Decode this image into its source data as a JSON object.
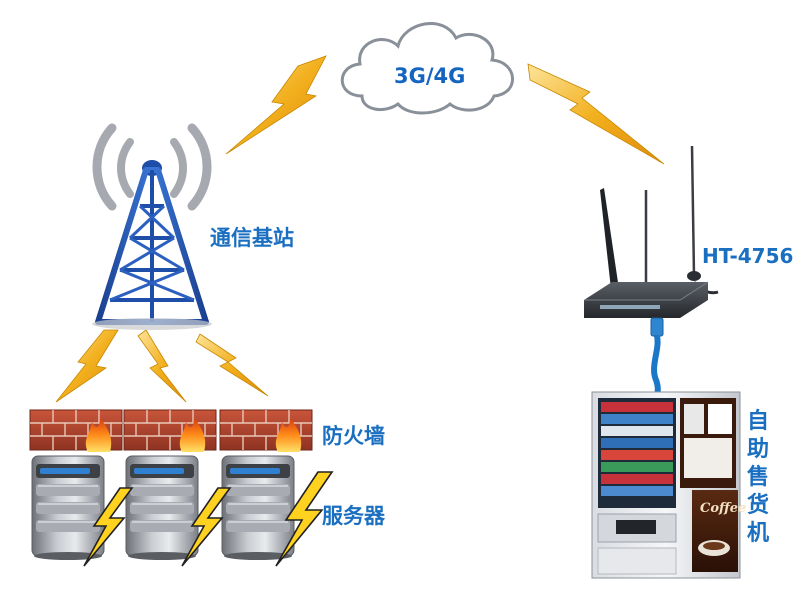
{
  "diagram": {
    "cloud_label": "3G/4G",
    "tower_label": "通信基站",
    "router_label": "HT-4756",
    "firewall_label": "防火墙",
    "server_label": "服务器",
    "vending_label": "自助售货机",
    "vending_logo_text": "Coffee"
  },
  "colors": {
    "label_blue": "#1a6fc0",
    "lightning": "#f2b01e",
    "tower_blue": "#1f4ea8",
    "brick": "#b0432a",
    "cable_blue": "#1b77c8"
  },
  "icons": [
    "cloud-icon",
    "tower-icon",
    "router-icon",
    "firewall-icon",
    "server-icon",
    "vending-machine-icon",
    "lightning-icon",
    "fire-icon"
  ]
}
